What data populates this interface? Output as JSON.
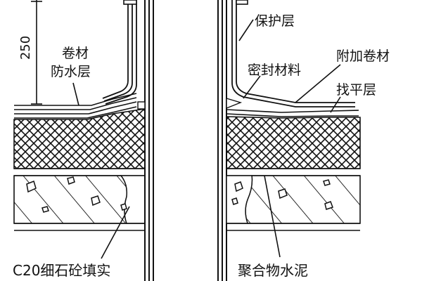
{
  "labels": {
    "dimension": "250",
    "membrane_waterproof_line1": "卷材",
    "membrane_waterproof_line2": "防水层",
    "protective_layer": "保护层",
    "additional_membrane": "附加卷材",
    "sealing_material": "密封材料",
    "leveling_layer": "找平层",
    "fine_aggregate_fill": "C20细石砼填实",
    "polymer_cement": "聚合物水泥"
  },
  "colors": {
    "ink": "#111111",
    "paper": "#ffffff"
  }
}
